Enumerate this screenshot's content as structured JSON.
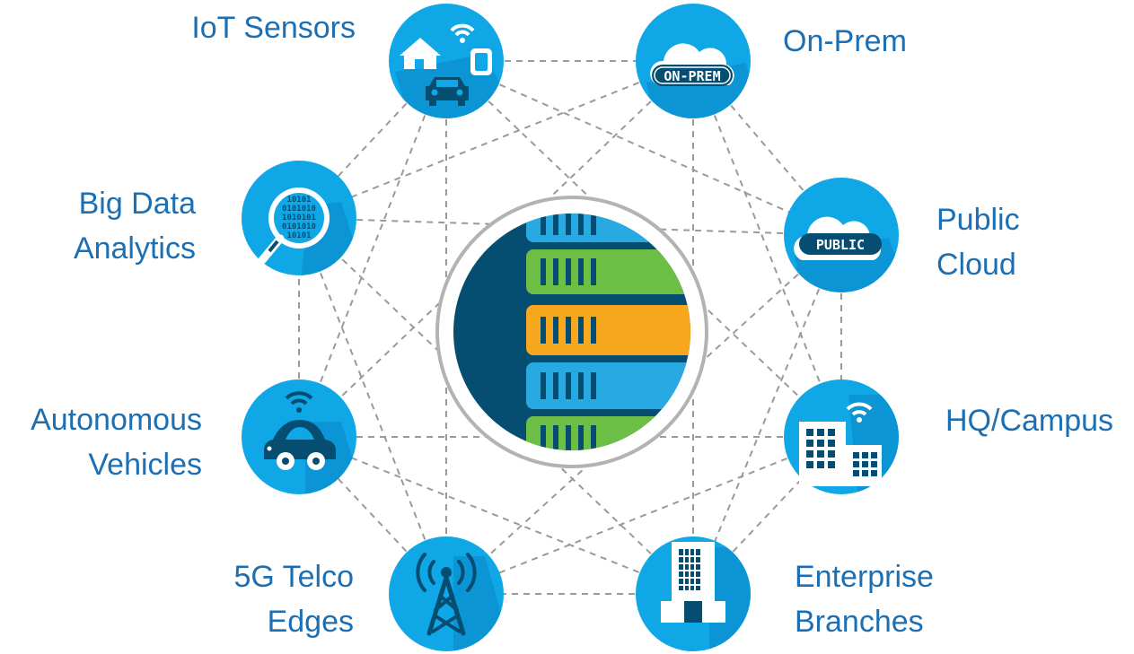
{
  "colors": {
    "node_fill": "#0fa7e6",
    "node_shadow": "#0b86c4",
    "connector": "#9a9a9a",
    "label": "#1b6fb2",
    "server_dark": "#054e72",
    "server_blue": "#28a9e2",
    "server_green": "#6cbe45",
    "server_orange": "#f8a81e",
    "ring": "#b3b3b3"
  },
  "nodes": [
    {
      "id": "iot",
      "label_lines": [
        "IoT Sensors"
      ],
      "icon": "iot-devices-icon"
    },
    {
      "id": "onprem",
      "label_lines": [
        "On-Prem"
      ],
      "icon": "on-prem-cloud-icon",
      "badge": "ON-PREM"
    },
    {
      "id": "public",
      "label_lines": [
        "Public",
        "Cloud"
      ],
      "icon": "public-cloud-icon",
      "badge": "PUBLIC"
    },
    {
      "id": "hq",
      "label_lines": [
        "HQ/Campus"
      ],
      "icon": "campus-buildings-icon"
    },
    {
      "id": "branches",
      "label_lines": [
        "Enterprise",
        "Branches"
      ],
      "icon": "office-tower-icon"
    },
    {
      "id": "telco",
      "label_lines": [
        "5G Telco",
        "Edges"
      ],
      "icon": "cell-tower-icon"
    },
    {
      "id": "auto",
      "label_lines": [
        "Autonomous",
        "Vehicles"
      ],
      "icon": "connected-car-icon"
    },
    {
      "id": "bigdata",
      "label_lines": [
        "Big Data",
        "Analytics"
      ],
      "icon": "magnifier-binary-icon"
    }
  ],
  "center": {
    "icon": "server-rack-icon"
  }
}
